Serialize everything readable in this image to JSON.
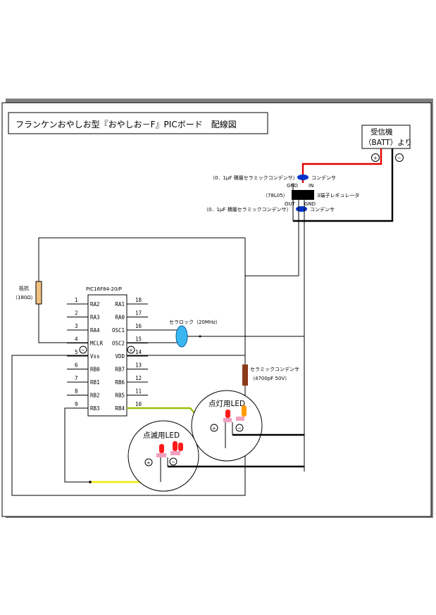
{
  "title": "フランケンおやしお型『おやしお－F』PICボード　配線図",
  "receiver": {
    "line1": "受信機",
    "line2": "（BATT）より",
    "plus": "+",
    "minus": "−"
  },
  "regulator": {
    "cap_top_desc": "（0．1μF 積層セラミックコンデンサ）",
    "cap_top_name": "コンデンサ",
    "gnd_top": "GND",
    "in": "IN",
    "model": "（78L05）",
    "name": "3端子レギュレータ",
    "out": "OUT",
    "gnd_bot": "GND",
    "cap_bot_desc": "（0．1μF 積層セラミックコンデンサ）",
    "cap_bot_name": "コンデンサ"
  },
  "resistor": {
    "name": "抵抗",
    "value": "（180Ω）"
  },
  "chip": {
    "name": "PIC16F84-20/P",
    "left_pins": [
      {
        "num": "1",
        "label": "RA2"
      },
      {
        "num": "2",
        "label": "RA3"
      },
      {
        "num": "3",
        "label": "RA4"
      },
      {
        "num": "4",
        "label": "MCLR"
      },
      {
        "num": "5",
        "label": "Vss"
      },
      {
        "num": "6",
        "label": "RB0"
      },
      {
        "num": "7",
        "label": "RB1"
      },
      {
        "num": "8",
        "label": "RB2"
      },
      {
        "num": "9",
        "label": "RB3"
      }
    ],
    "right_pins": [
      {
        "num": "18",
        "label": "RA1"
      },
      {
        "num": "17",
        "label": "RA0"
      },
      {
        "num": "16",
        "label": "OSC1"
      },
      {
        "num": "15",
        "label": "OSC2"
      },
      {
        "num": "14",
        "label": "VDD"
      },
      {
        "num": "13",
        "label": "RB7"
      },
      {
        "num": "12",
        "label": "RB6"
      },
      {
        "num": "11",
        "label": "RB5"
      },
      {
        "num": "10",
        "label": "RB4"
      }
    ],
    "minus": "−",
    "plus": "+"
  },
  "ceralock": "セラロック（20MHz）",
  "ceramic_cap": {
    "name": "セラミックコンデンサ",
    "value": "（4700pF 50V）"
  },
  "led_on": {
    "label": "点灯用LED",
    "plus": "+",
    "minus": "−"
  },
  "led_blink": {
    "label": "点滅用LED",
    "plus": "+",
    "minus": "−"
  },
  "colors": {
    "red_wire": "#e00000",
    "yellow_wire": "#f0e800",
    "green_wire": "#9ac10f",
    "blue": "#0033cc",
    "cyan": "#3ab7f0",
    "led_red": "#ff1a1a",
    "led_orange": "#ff9a00",
    "pink": "#f0a0c0",
    "resistor": "#f0c080",
    "cap_brown": "#8b3a1a",
    "frame_shadow": "#808080"
  }
}
